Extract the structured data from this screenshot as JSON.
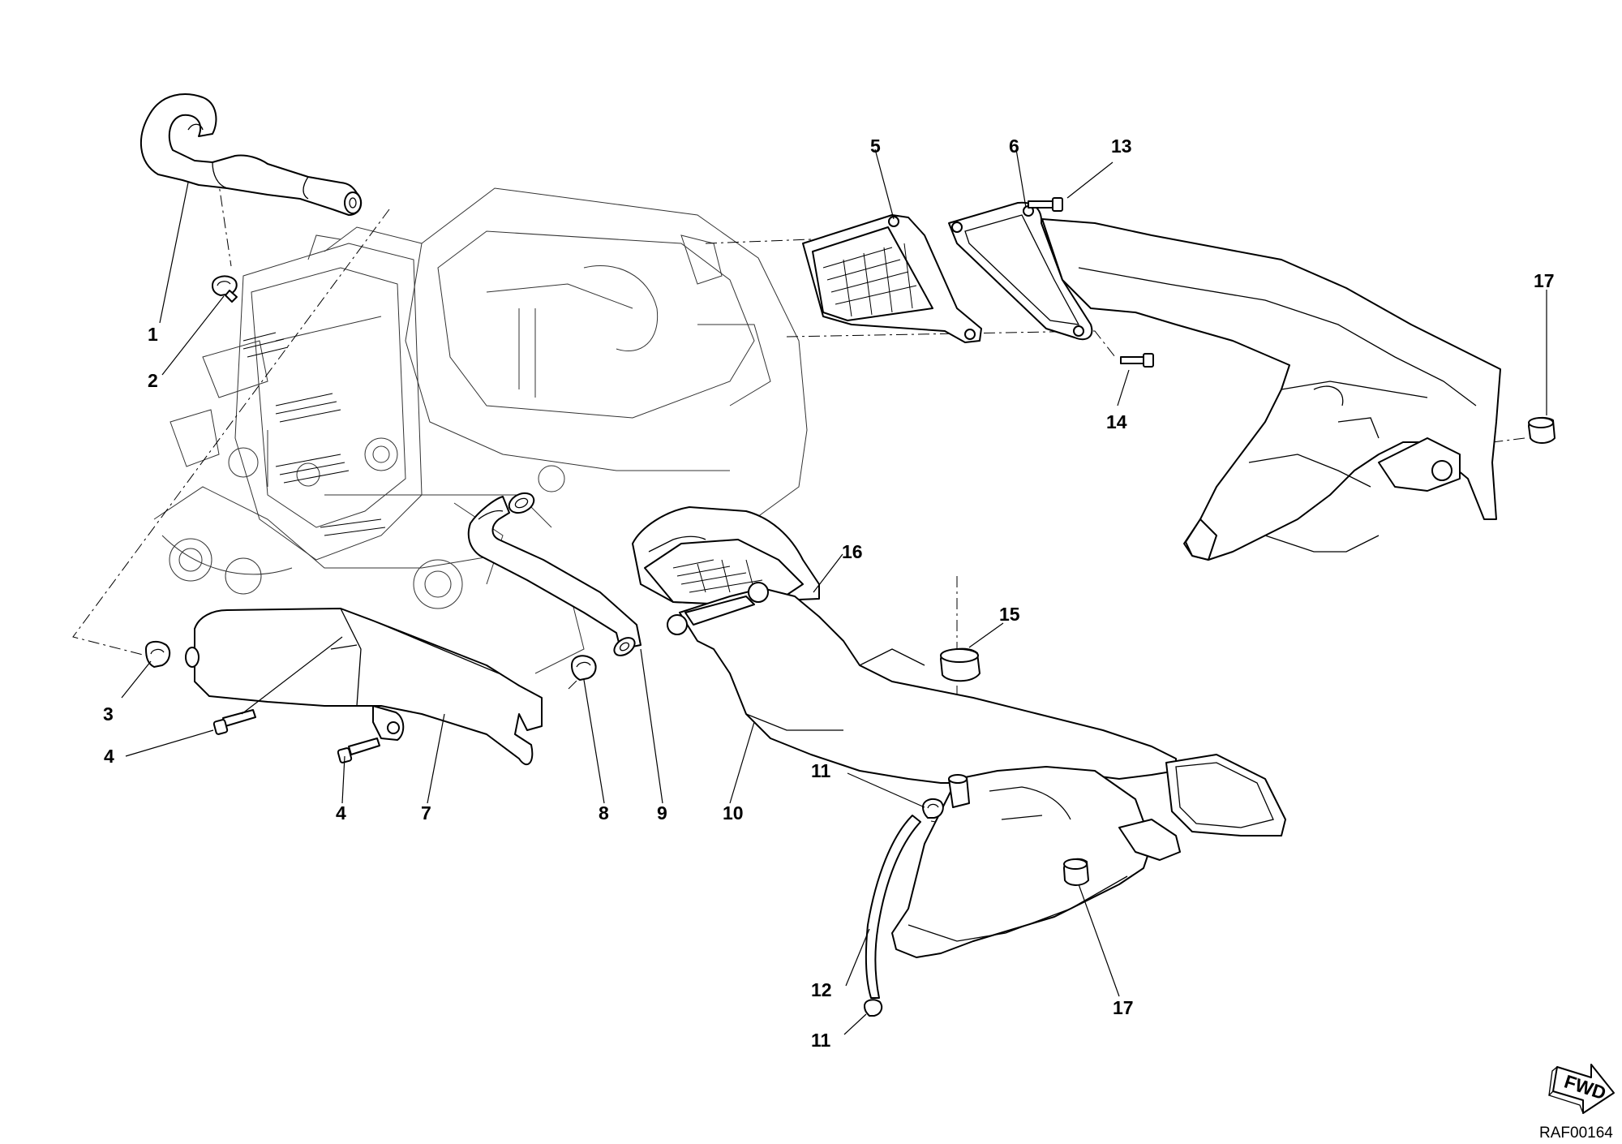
{
  "callouts": [
    "1",
    "2",
    "3",
    "4",
    "4",
    "5",
    "6",
    "7",
    "8",
    "9",
    "10",
    "11",
    "11",
    "12",
    "13",
    "14",
    "15",
    "16",
    "17",
    "17"
  ],
  "fwd_label": "FWD",
  "drawing_code": "RAF00164"
}
